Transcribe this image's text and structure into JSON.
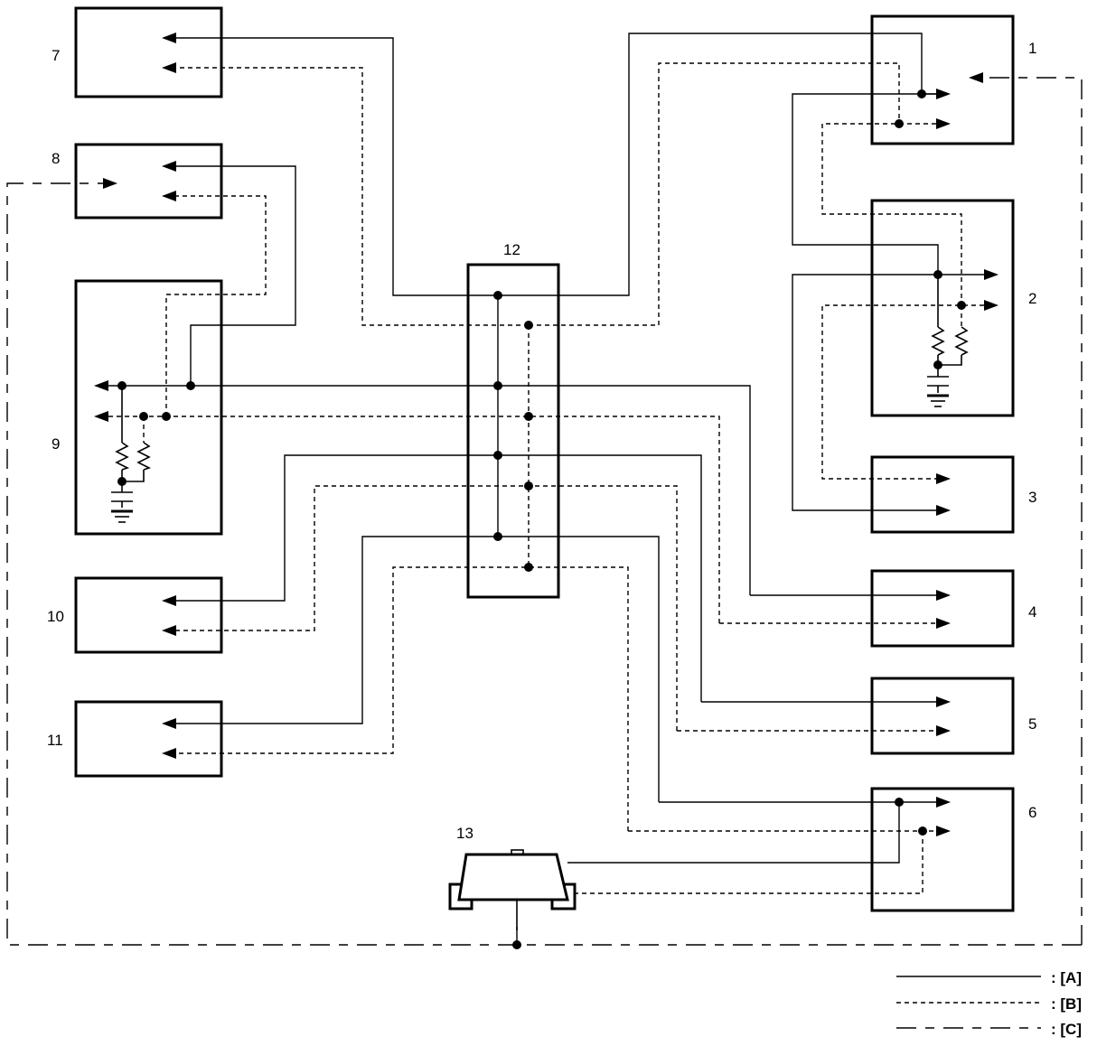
{
  "diagram": {
    "title": "",
    "components": [
      {
        "id": "1",
        "label": "1"
      },
      {
        "id": "2",
        "label": "2"
      },
      {
        "id": "3",
        "label": "3"
      },
      {
        "id": "4",
        "label": "4"
      },
      {
        "id": "5",
        "label": "5"
      },
      {
        "id": "6",
        "label": "6"
      },
      {
        "id": "7",
        "label": "7"
      },
      {
        "id": "8",
        "label": "8"
      },
      {
        "id": "9",
        "label": "9"
      },
      {
        "id": "10",
        "label": "10"
      },
      {
        "id": "11",
        "label": "11"
      },
      {
        "id": "12",
        "label": "12"
      },
      {
        "id": "13",
        "label": "13"
      }
    ],
    "legend": [
      {
        "style": "solid",
        "label": ": [A]"
      },
      {
        "style": "dotted",
        "label": ": [B]"
      },
      {
        "style": "dash-dot",
        "label": ": [C]"
      }
    ],
    "connections": [
      {
        "line": "A",
        "from": "12",
        "to": "7"
      },
      {
        "line": "B",
        "from": "12",
        "to": "7"
      },
      {
        "line": "A",
        "from": "12",
        "to": "1"
      },
      {
        "line": "B",
        "from": "12",
        "to": "1"
      },
      {
        "line": "A",
        "from": "9",
        "to": "8"
      },
      {
        "line": "B",
        "from": "9",
        "to": "8"
      },
      {
        "line": "A",
        "from": "12",
        "to": "9"
      },
      {
        "line": "B",
        "from": "12",
        "to": "9"
      },
      {
        "line": "A",
        "from": "12",
        "to": "4"
      },
      {
        "line": "B",
        "from": "12",
        "to": "4"
      },
      {
        "line": "A",
        "from": "12",
        "to": "10"
      },
      {
        "line": "B",
        "from": "12",
        "to": "10"
      },
      {
        "line": "A",
        "from": "12",
        "to": "5"
      },
      {
        "line": "B",
        "from": "12",
        "to": "5"
      },
      {
        "line": "A",
        "from": "12",
        "to": "11"
      },
      {
        "line": "B",
        "from": "12",
        "to": "11"
      },
      {
        "line": "A",
        "from": "12",
        "to": "6"
      },
      {
        "line": "B",
        "from": "12",
        "to": "6"
      },
      {
        "line": "A",
        "from": "1",
        "to": "2"
      },
      {
        "line": "B",
        "from": "1",
        "to": "2"
      },
      {
        "line": "A",
        "from": "2",
        "to": "3"
      },
      {
        "line": "B",
        "from": "2",
        "to": "3"
      },
      {
        "line": "A",
        "from": "6",
        "to": "13"
      },
      {
        "line": "B",
        "from": "6",
        "to": "13"
      },
      {
        "line": "C",
        "from": "13",
        "to": "1"
      },
      {
        "line": "C",
        "from": "13",
        "to": "8"
      }
    ]
  }
}
